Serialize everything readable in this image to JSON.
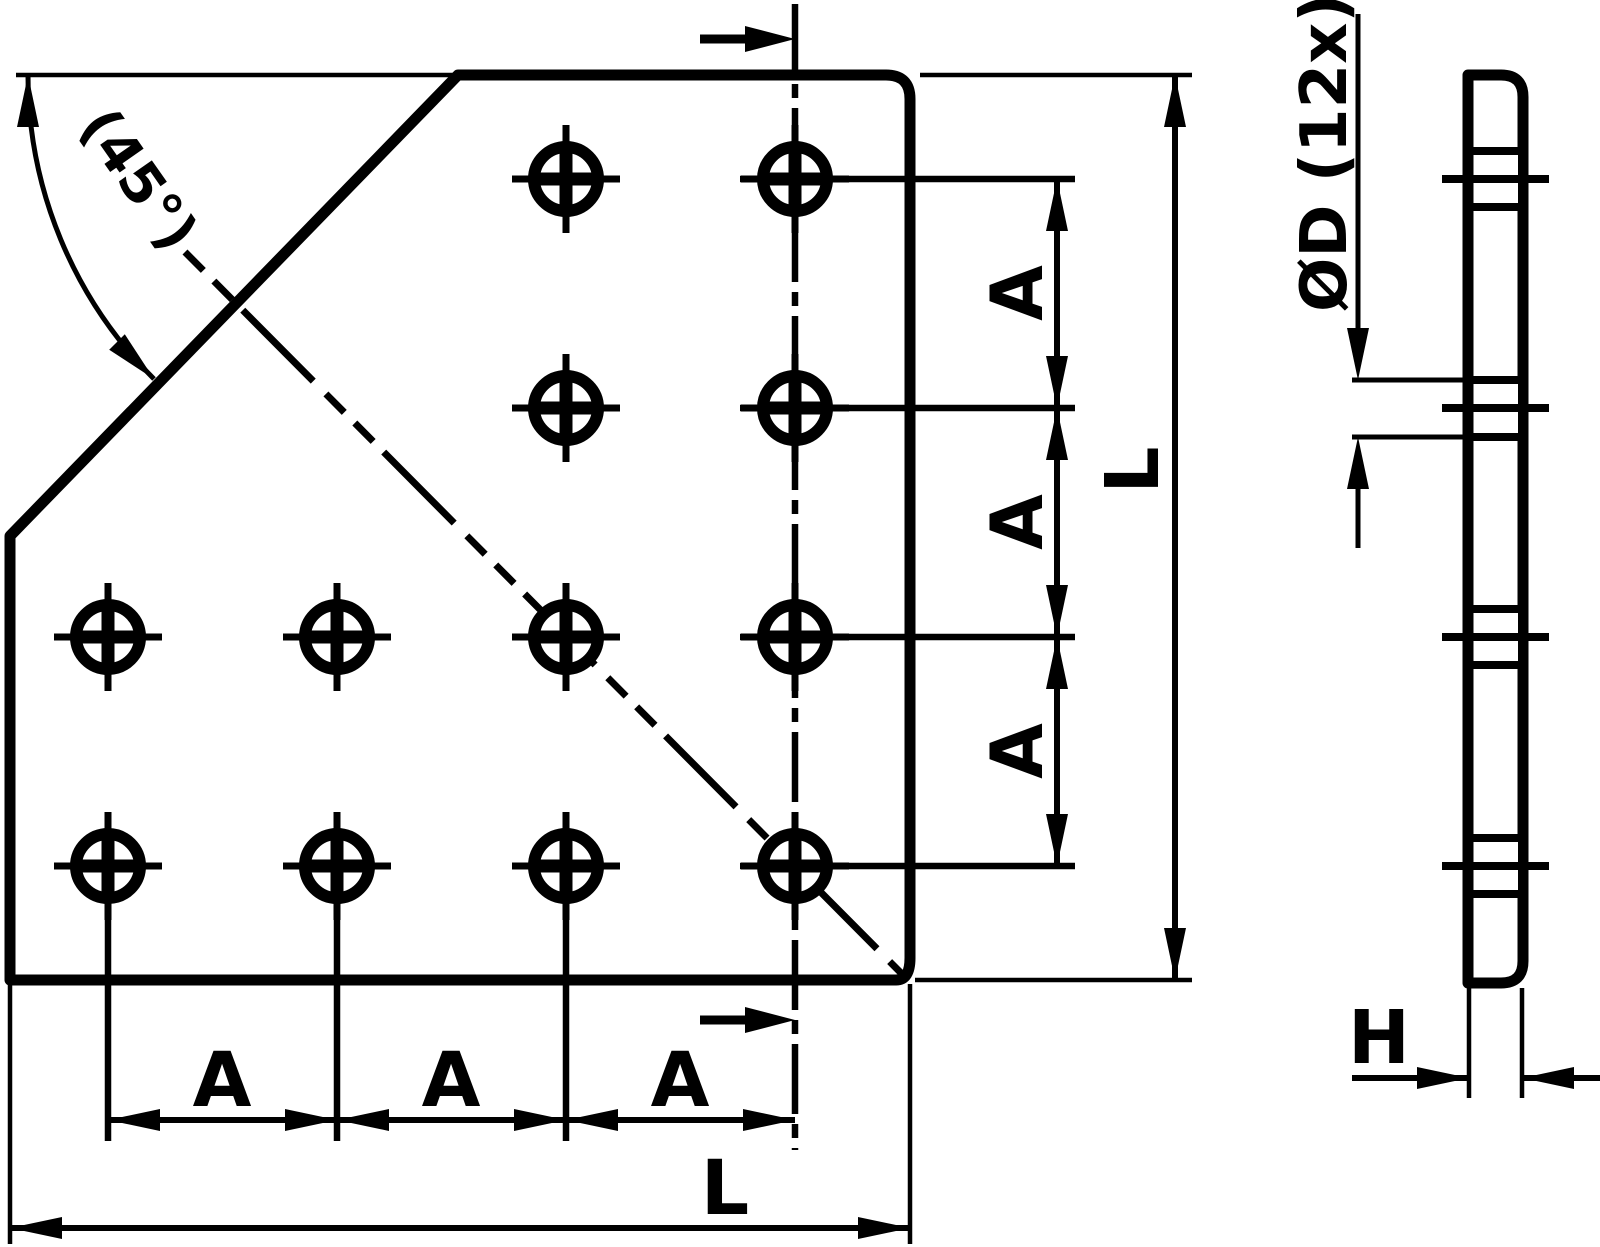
{
  "drawing": {
    "angle_label": "(45°)",
    "hole_label": "ØD (12x)",
    "pitch_label": "A",
    "length_label": "L",
    "thickness_label": "H"
  }
}
